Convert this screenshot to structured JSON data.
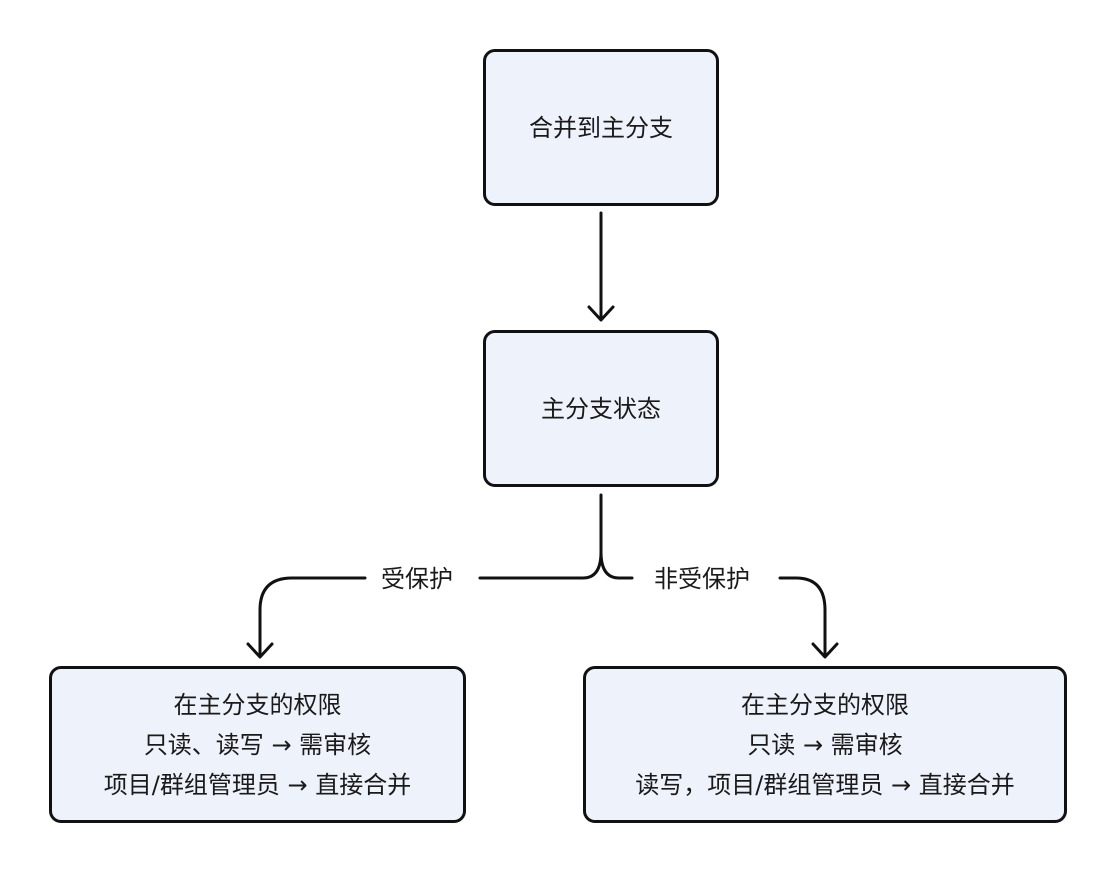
{
  "nodes": {
    "merge": {
      "label": "合并到主分支"
    },
    "status": {
      "label": "主分支状态"
    },
    "protected": {
      "lines": [
        "在主分支的权限",
        "只读、读写 → 需审核",
        "项目/群组管理员 → 直接合并"
      ]
    },
    "unprotected": {
      "lines": [
        "在主分支的权限",
        "只读 → 需审核",
        "读写，项目/群组管理员 → 直接合并"
      ]
    }
  },
  "edges": {
    "protected_label": "受保护",
    "unprotected_label": "非受保护"
  },
  "colors": {
    "node_fill": "#eef2fb",
    "stroke": "#111111",
    "background": "#ffffff"
  }
}
